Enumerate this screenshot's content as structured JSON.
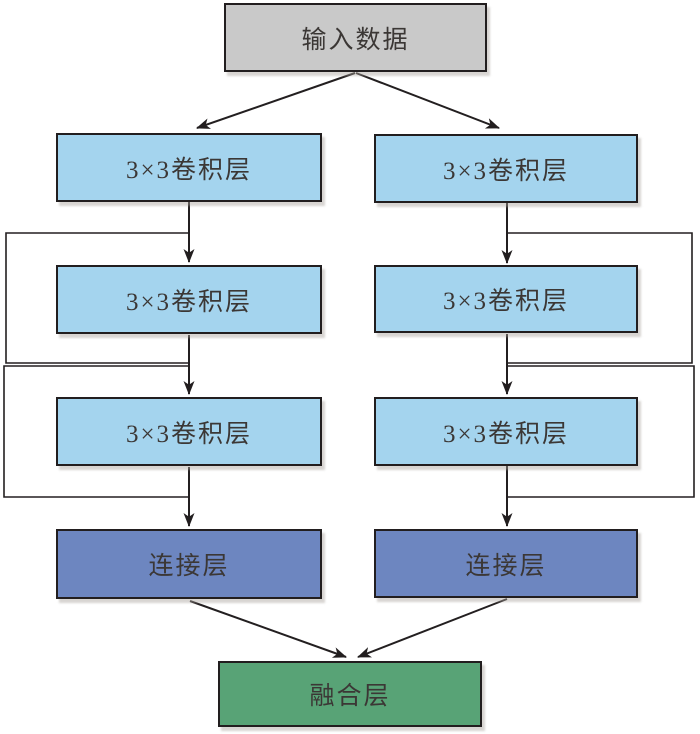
{
  "diagram": {
    "description": "Two-branch convolutional network flowchart with residual skip connections",
    "background_color": "#ffffff",
    "line_color": "#231f20",
    "colors": {
      "input_fill": "#c9c9c9",
      "conv_fill": "#a4d4ee",
      "concat_fill": "#6d86c0",
      "fusion_fill": "#58a376",
      "border": "#221e1f",
      "text": "#3b3735"
    },
    "nodes": {
      "input": {
        "label": "输入数据"
      },
      "conv_left_1": {
        "label": "3×3卷积层"
      },
      "conv_left_2": {
        "label": "3×3卷积层"
      },
      "conv_left_3": {
        "label": "3×3卷积层"
      },
      "concat_left": {
        "label": "连接层"
      },
      "conv_right_1": {
        "label": "3×3卷积层"
      },
      "conv_right_2": {
        "label": "3×3卷积层"
      },
      "conv_right_3": {
        "label": "3×3卷积层"
      },
      "concat_right": {
        "label": "连接层"
      },
      "fusion": {
        "label": "融合层"
      }
    },
    "edges": [
      {
        "from": "input",
        "to": "conv_left_1",
        "type": "arrow"
      },
      {
        "from": "input",
        "to": "conv_right_1",
        "type": "arrow"
      },
      {
        "from": "conv_left_1",
        "to": "conv_left_2",
        "type": "arrow"
      },
      {
        "from": "conv_left_2",
        "to": "conv_left_3",
        "type": "arrow"
      },
      {
        "from": "conv_left_3",
        "to": "concat_left",
        "type": "arrow"
      },
      {
        "from": "conv_right_1",
        "to": "conv_right_2",
        "type": "arrow"
      },
      {
        "from": "conv_right_2",
        "to": "conv_right_3",
        "type": "arrow"
      },
      {
        "from": "conv_right_3",
        "to": "concat_right",
        "type": "arrow"
      },
      {
        "from": "conv_left_1",
        "to": "conv_left_3",
        "type": "skip-connection"
      },
      {
        "from": "conv_left_2",
        "to": "concat_left",
        "type": "skip-connection"
      },
      {
        "from": "conv_right_1",
        "to": "conv_right_3",
        "type": "skip-connection"
      },
      {
        "from": "conv_right_2",
        "to": "concat_right",
        "type": "skip-connection"
      },
      {
        "from": "concat_left",
        "to": "fusion",
        "type": "arrow"
      },
      {
        "from": "concat_right",
        "to": "fusion",
        "type": "arrow"
      }
    ]
  }
}
